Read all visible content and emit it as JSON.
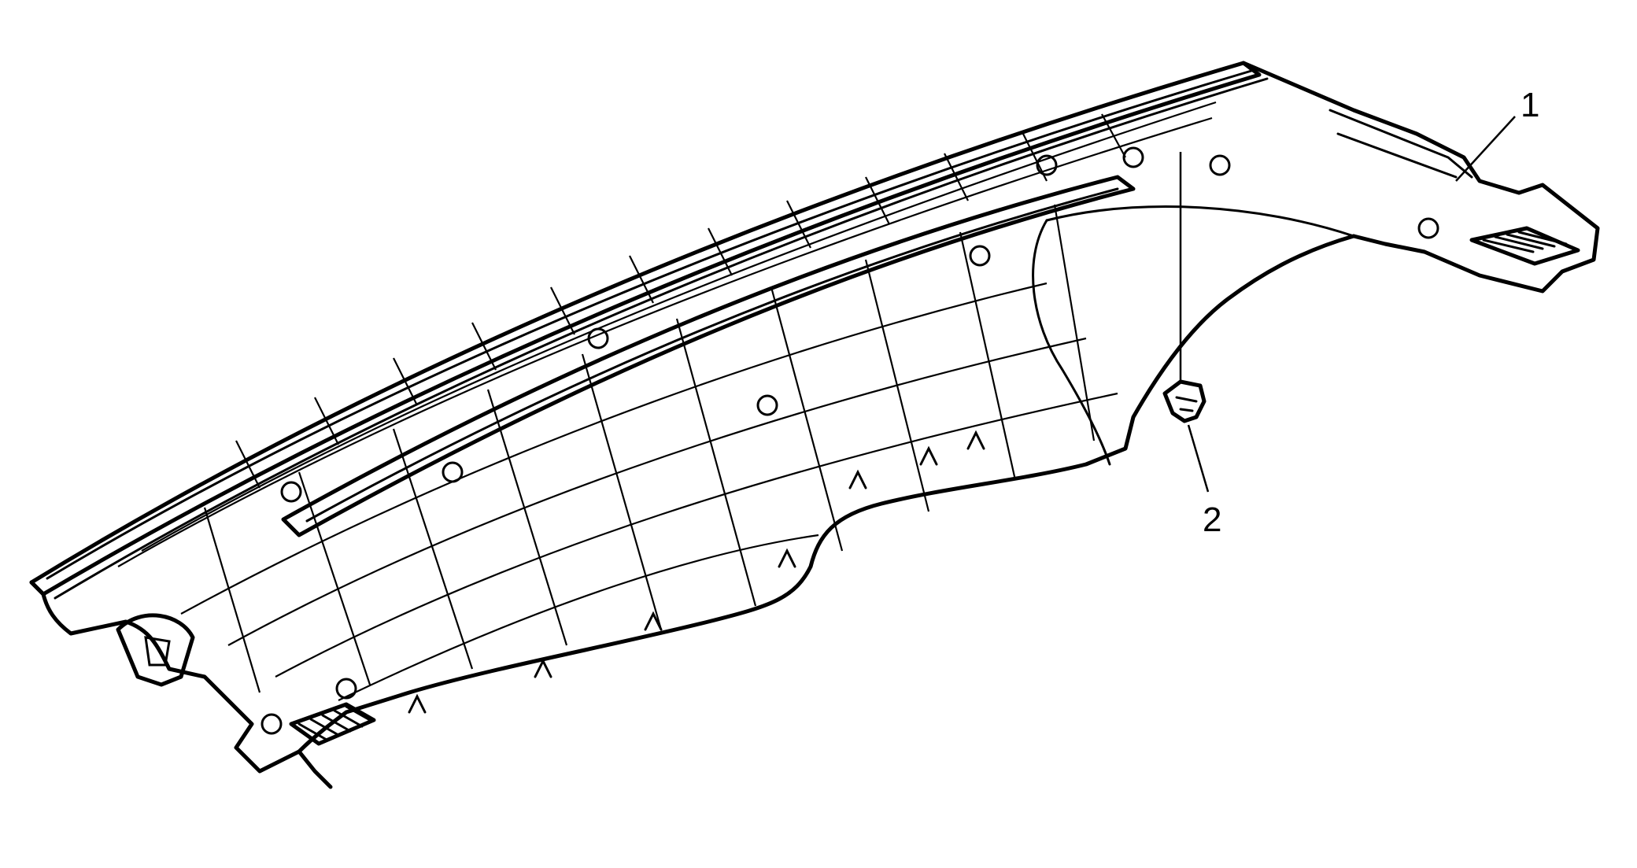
{
  "figure": {
    "callouts": [
      {
        "label": "1",
        "part": "panel"
      },
      {
        "label": "2",
        "part": "clip"
      }
    ]
  }
}
